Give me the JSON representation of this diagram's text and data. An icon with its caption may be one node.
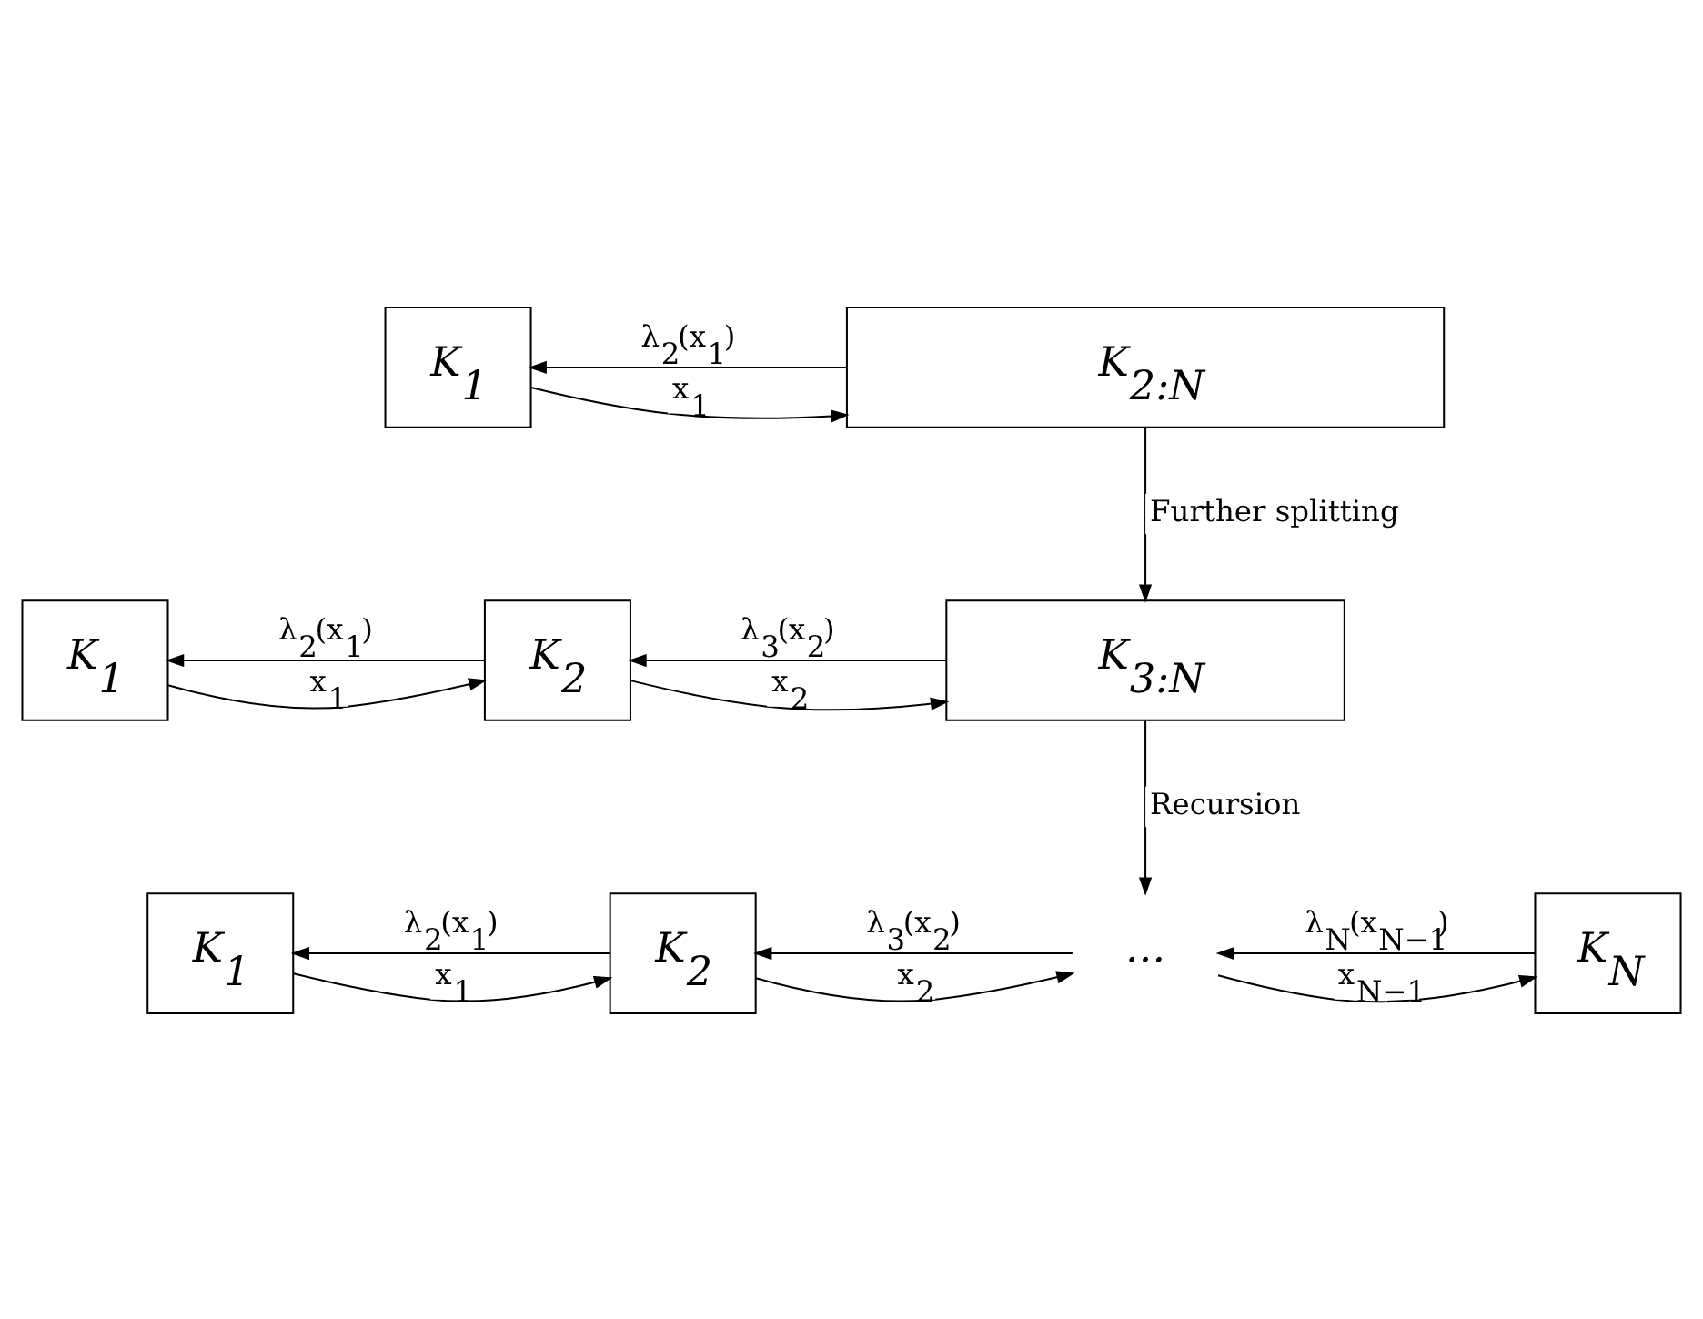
{
  "diagram": {
    "nodes": [
      {
        "text": [
          "K$_{1}$"
        ]
      },
      {
        "text": [
          "K$_{2:N}$"
        ]
      },
      {
        "text": [
          "K$_{1}$"
        ]
      },
      {
        "text": [
          "K$_{2}$"
        ]
      },
      {
        "text": [
          "K$_{3:N}$"
        ]
      },
      {
        "text": [
          "K$_{1}$"
        ]
      },
      {
        "text": [
          "K$_{2}$"
        ]
      },
      {
        "text": [
          "…"
        ]
      },
      {
        "text": [
          "K$_{N}$"
        ]
      }
    ],
    "edges": [
      {
        "from": 0,
        "to": 1,
        "arrow": "to",
        "label": "x$_{1}$"
      },
      {
        "from": 1,
        "to": 0,
        "arrow": "to",
        "label": "λ$_{2}$(x$_{1}$)"
      },
      {
        "from": 1,
        "to": 4,
        "arrow": "to",
        "label": "Further splitting"
      },
      {
        "from": 2,
        "to": 3,
        "arrow": "to",
        "label": "x$_{1}$"
      },
      {
        "from": 3,
        "to": 2,
        "arrow": "to",
        "label": "λ$_{2}$(x$_{1}$)"
      },
      {
        "from": 3,
        "to": 4,
        "arrow": "to",
        "label": "x$_{2}$"
      },
      {
        "from": 4,
        "to": 3,
        "arrow": "to",
        "label": "λ$_{3}$(x$_{2}$)"
      },
      {
        "from": 4,
        "to": 7,
        "arrow": "to",
        "label": "Recursion"
      },
      {
        "from": 5,
        "to": 6,
        "arrow": "to",
        "label": "x$_{1}$"
      },
      {
        "from": 6,
        "to": 5,
        "arrow": "to",
        "label": "λ$_{2}$(x$_{1}$)"
      },
      {
        "from": 6,
        "to": 7,
        "arrow": "to",
        "label": "x$_{2}$"
      },
      {
        "from": 7,
        "to": 6,
        "arrow": "to",
        "label": "λ$_{3}$(x$_{2}$)"
      },
      {
        "from": 7,
        "to": 8,
        "arrow": "to",
        "label": "x$_{N−1}$"
      },
      {
        "from": 8,
        "to": 7,
        "arrow": "to",
        "label": "λ$_{N}$(x$_{N−1}$)"
      }
    ]
  }
}
